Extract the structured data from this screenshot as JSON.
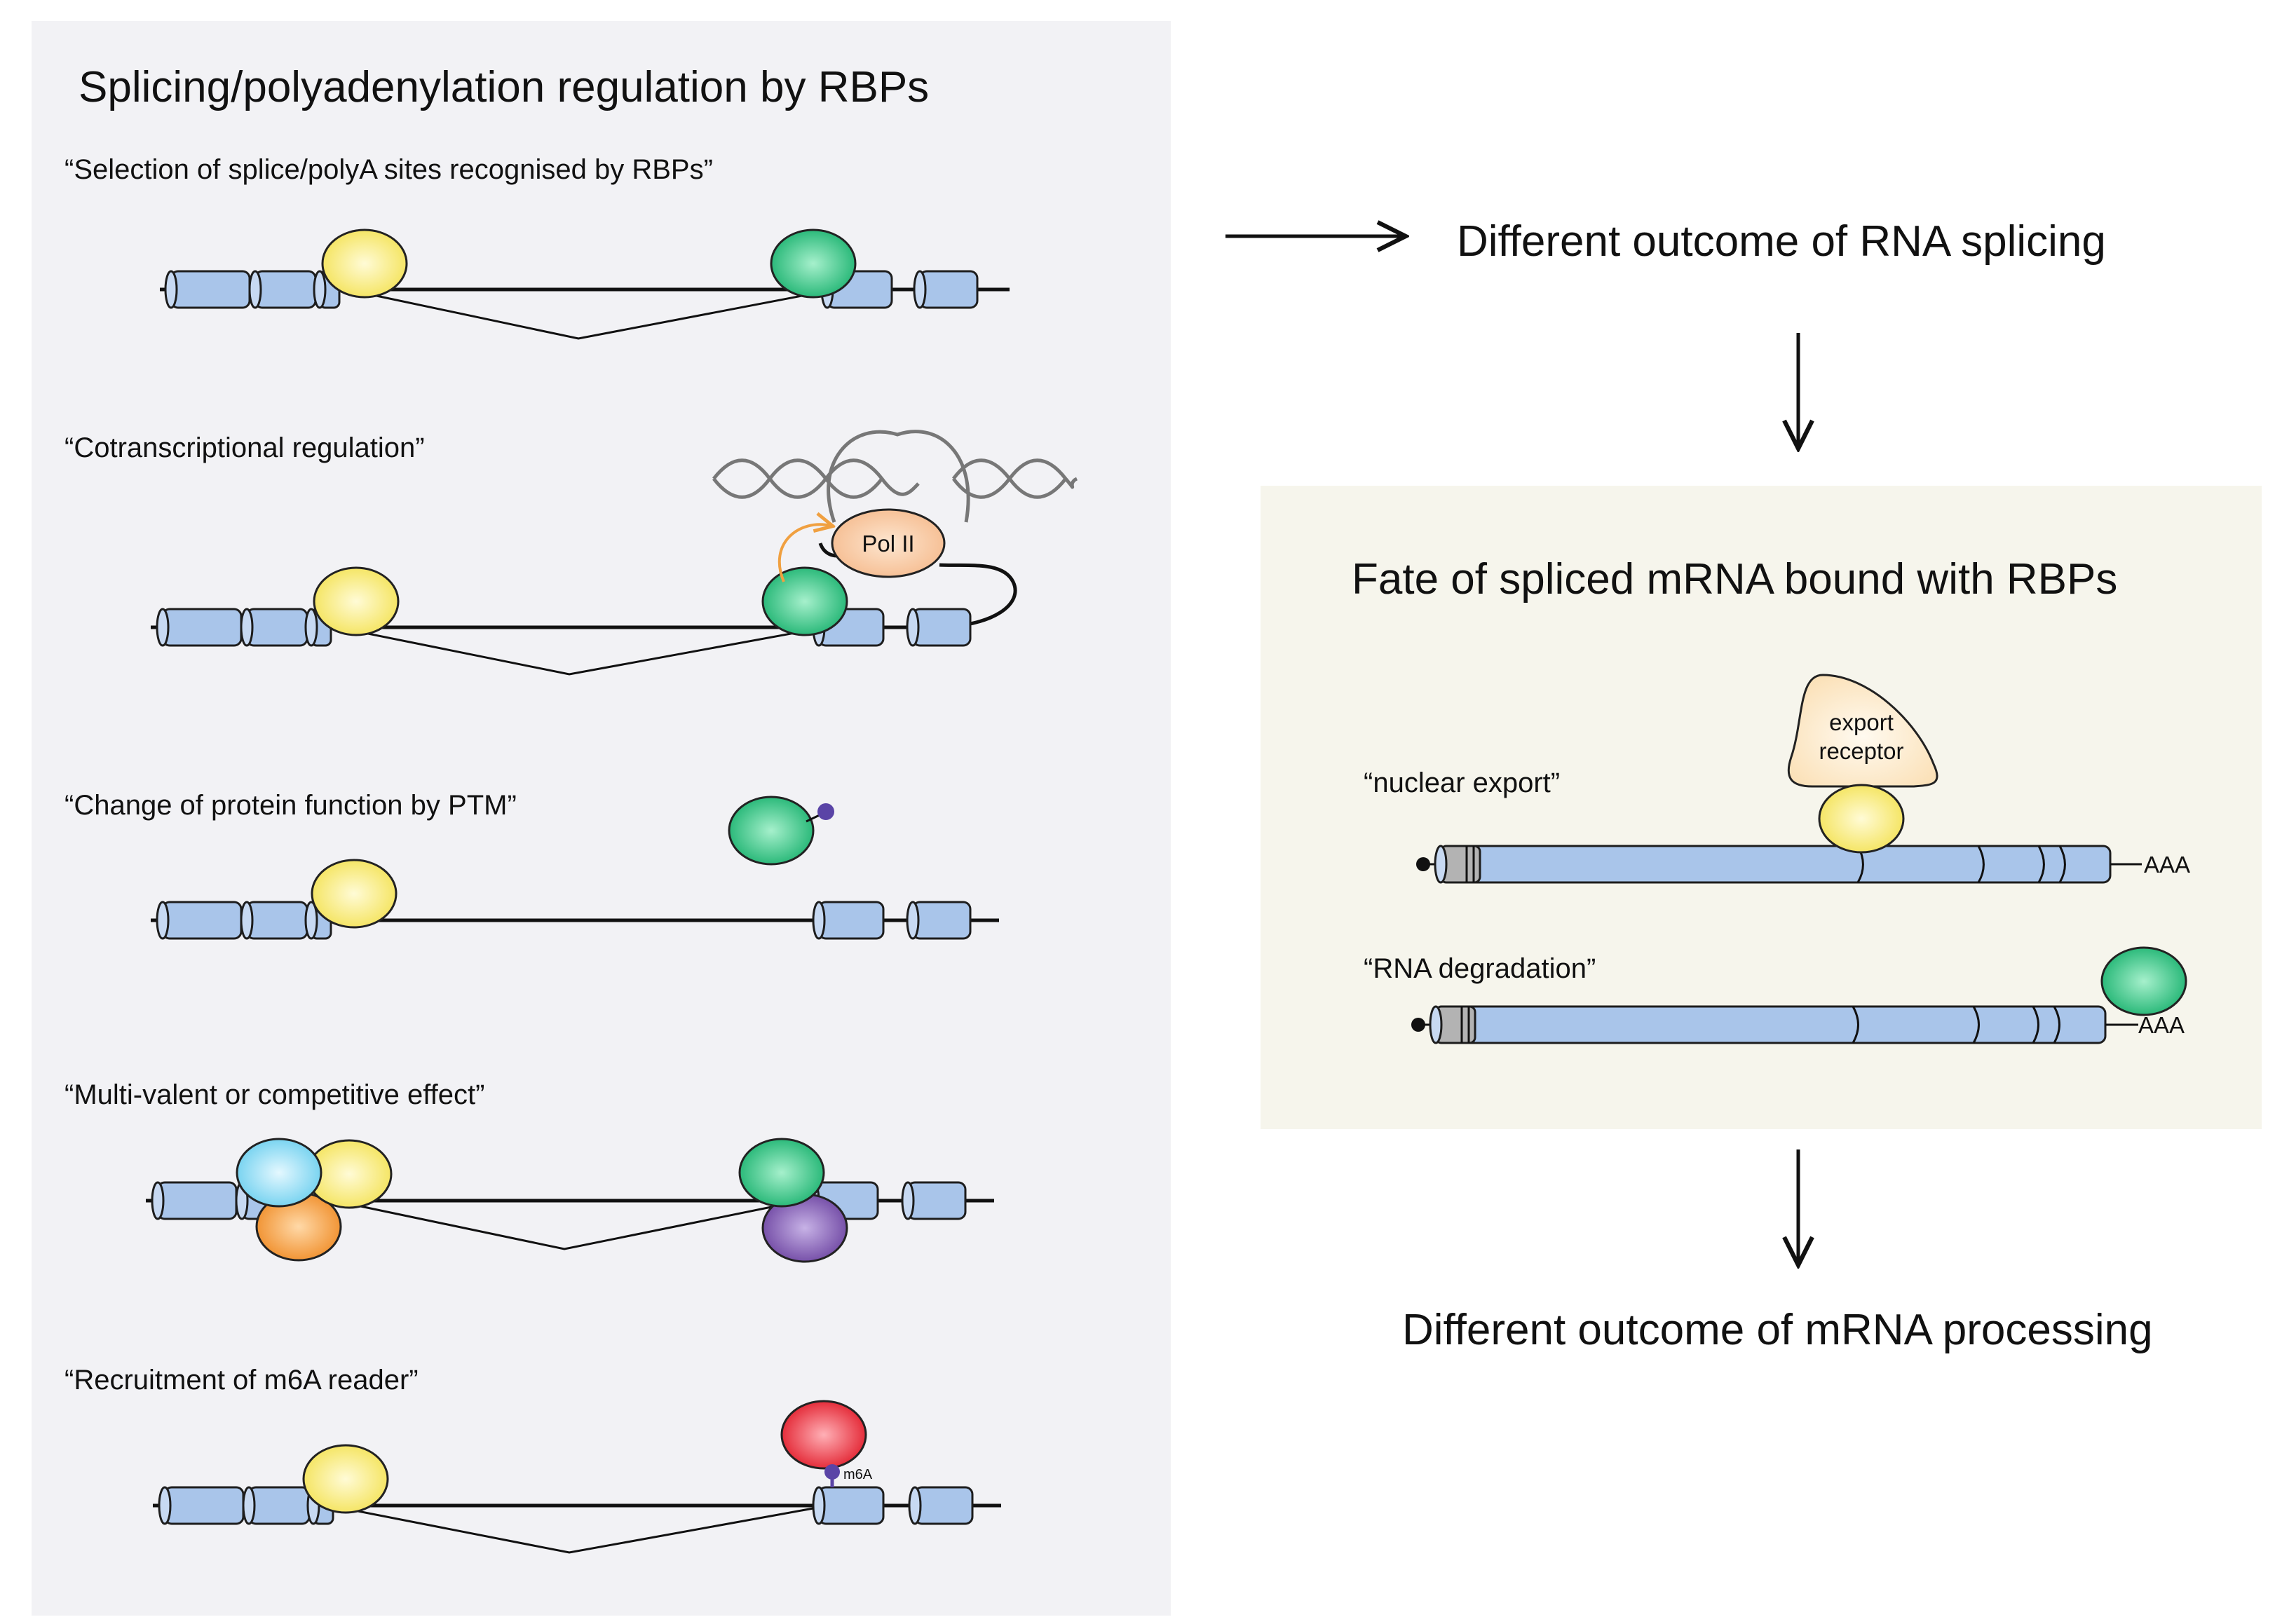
{
  "left_panel": {
    "title": "Splicing/polyadenylation regulation by RBPs",
    "sections": [
      {
        "caption": "“Selection of splice/polyA sites recognised by RBPs”"
      },
      {
        "caption": "“Cotranscriptional regulation”",
        "pol_label": "Pol II"
      },
      {
        "caption": "“Change of protein function by PTM”"
      },
      {
        "caption": "“Multi-valent or competitive effect”"
      },
      {
        "caption": "“Recruitment of m6A reader”",
        "mark_label": "m6A"
      }
    ]
  },
  "right_flow": {
    "outcome_splicing": "Different outcome of RNA splicing",
    "fate_title": "Fate of spliced mRNA bound with RBPs",
    "export_caption": "“nuclear export”",
    "export_receptor_line1": "export",
    "export_receptor_line2": "receptor",
    "degradation_caption": "“RNA degradation”",
    "polyA_label_1": "AAA",
    "polyA_label_2": "AAA",
    "outcome_processing": "Different outcome of mRNA processing"
  },
  "colors": {
    "left_panel_bg": "#f2f2f5",
    "fate_panel_bg": "#f6f5ec",
    "exon": "#a9c5ea",
    "rbp_yellow": "#f7ea63",
    "rbp_green": "#2fc07f",
    "rbp_cyan": "#7fd6f0",
    "rbp_orange": "#f29a37",
    "rbp_purple": "#7e58b0",
    "rbp_red": "#e8323f",
    "pol_ii": "#f7c8a0",
    "phospho": "#5a44a6"
  }
}
